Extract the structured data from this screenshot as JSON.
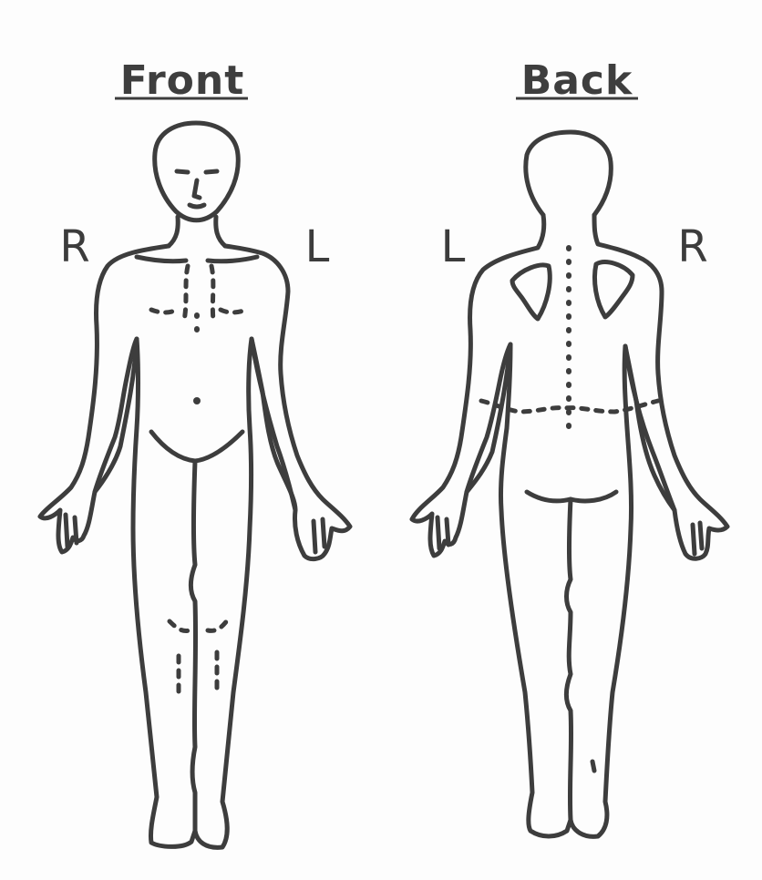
{
  "front": {
    "title": "Front",
    "right_label": "R",
    "left_label": "L"
  },
  "back": {
    "title": "Back",
    "left_label": "L",
    "right_label": "R"
  }
}
